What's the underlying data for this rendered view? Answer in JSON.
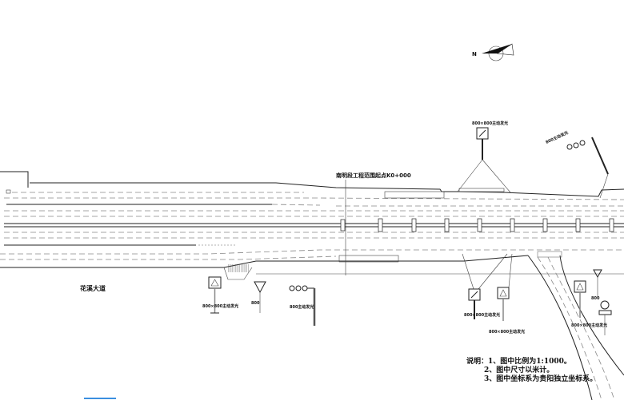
{
  "drawing": {
    "north_label": "N",
    "start_label": "南明段工程范围起点K0+000",
    "road_name": "花溪大道",
    "signs": {
      "top_center": "800×800主动发光",
      "top_right": "800主动发光",
      "left_bottom": "800×800主动发光",
      "yield_size": "800",
      "mid_bottom": "800主动发光",
      "right_a": "800×800主动发光",
      "right_b": "800×800主动发光",
      "right_c": "800×800主动发光",
      "yield_right_size": "800"
    },
    "notes": {
      "title": "说明：",
      "items": [
        "1、图中比例为1:1000。",
        "2、图中尺寸以米计。",
        "3、图中坐标系为贵阳独立坐标系。"
      ]
    }
  },
  "colors": {
    "line": "#222222",
    "accent": "#3b8fe0"
  }
}
